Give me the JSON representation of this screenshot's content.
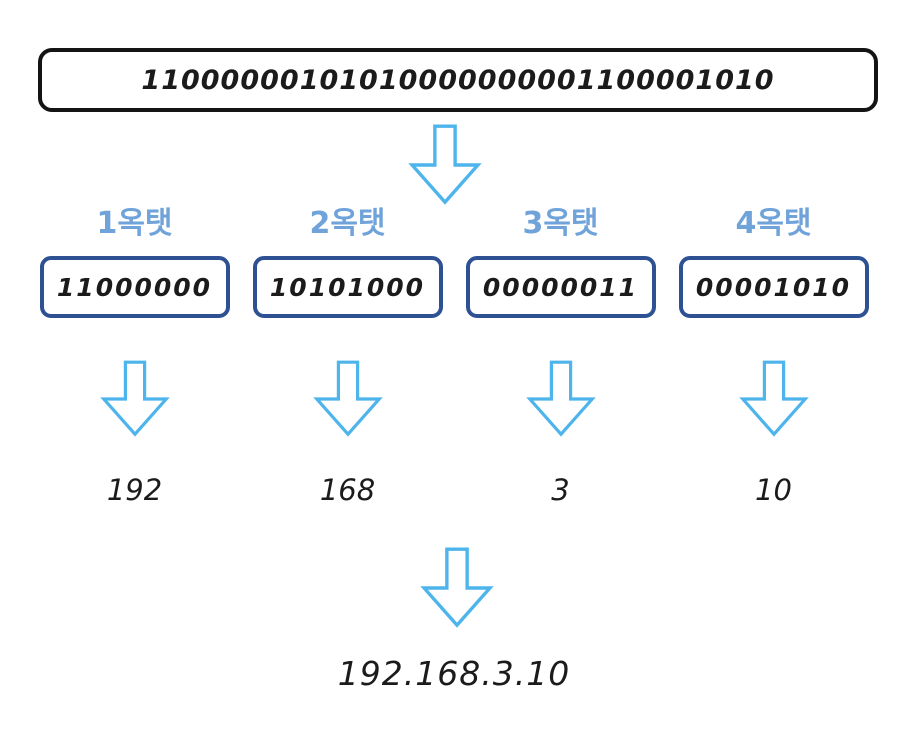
{
  "diagram": {
    "title_semantic": "binary-to-dotted-decimal-ip-conversion",
    "binary_full": "11000000101010000000001100001010",
    "octets": [
      {
        "label": "1옥탯",
        "binary": "11000000",
        "decimal": "192"
      },
      {
        "label": "2옥탯",
        "binary": "10101000",
        "decimal": "168"
      },
      {
        "label": "3옥탯",
        "binary": "00000011",
        "decimal": "3"
      },
      {
        "label": "4옥탯",
        "binary": "00001010",
        "decimal": "10"
      }
    ],
    "result_ip": "192.168.3.10",
    "icons": {
      "arrow": "down-block-arrow-icon"
    },
    "colors": {
      "arrow_blue": "#4db4ec",
      "label_blue": "#6fa3da",
      "octet_box_border": "#2e5193",
      "top_box_border": "#141414",
      "text": "#1b1b1b",
      "background": "#ffffff"
    }
  }
}
